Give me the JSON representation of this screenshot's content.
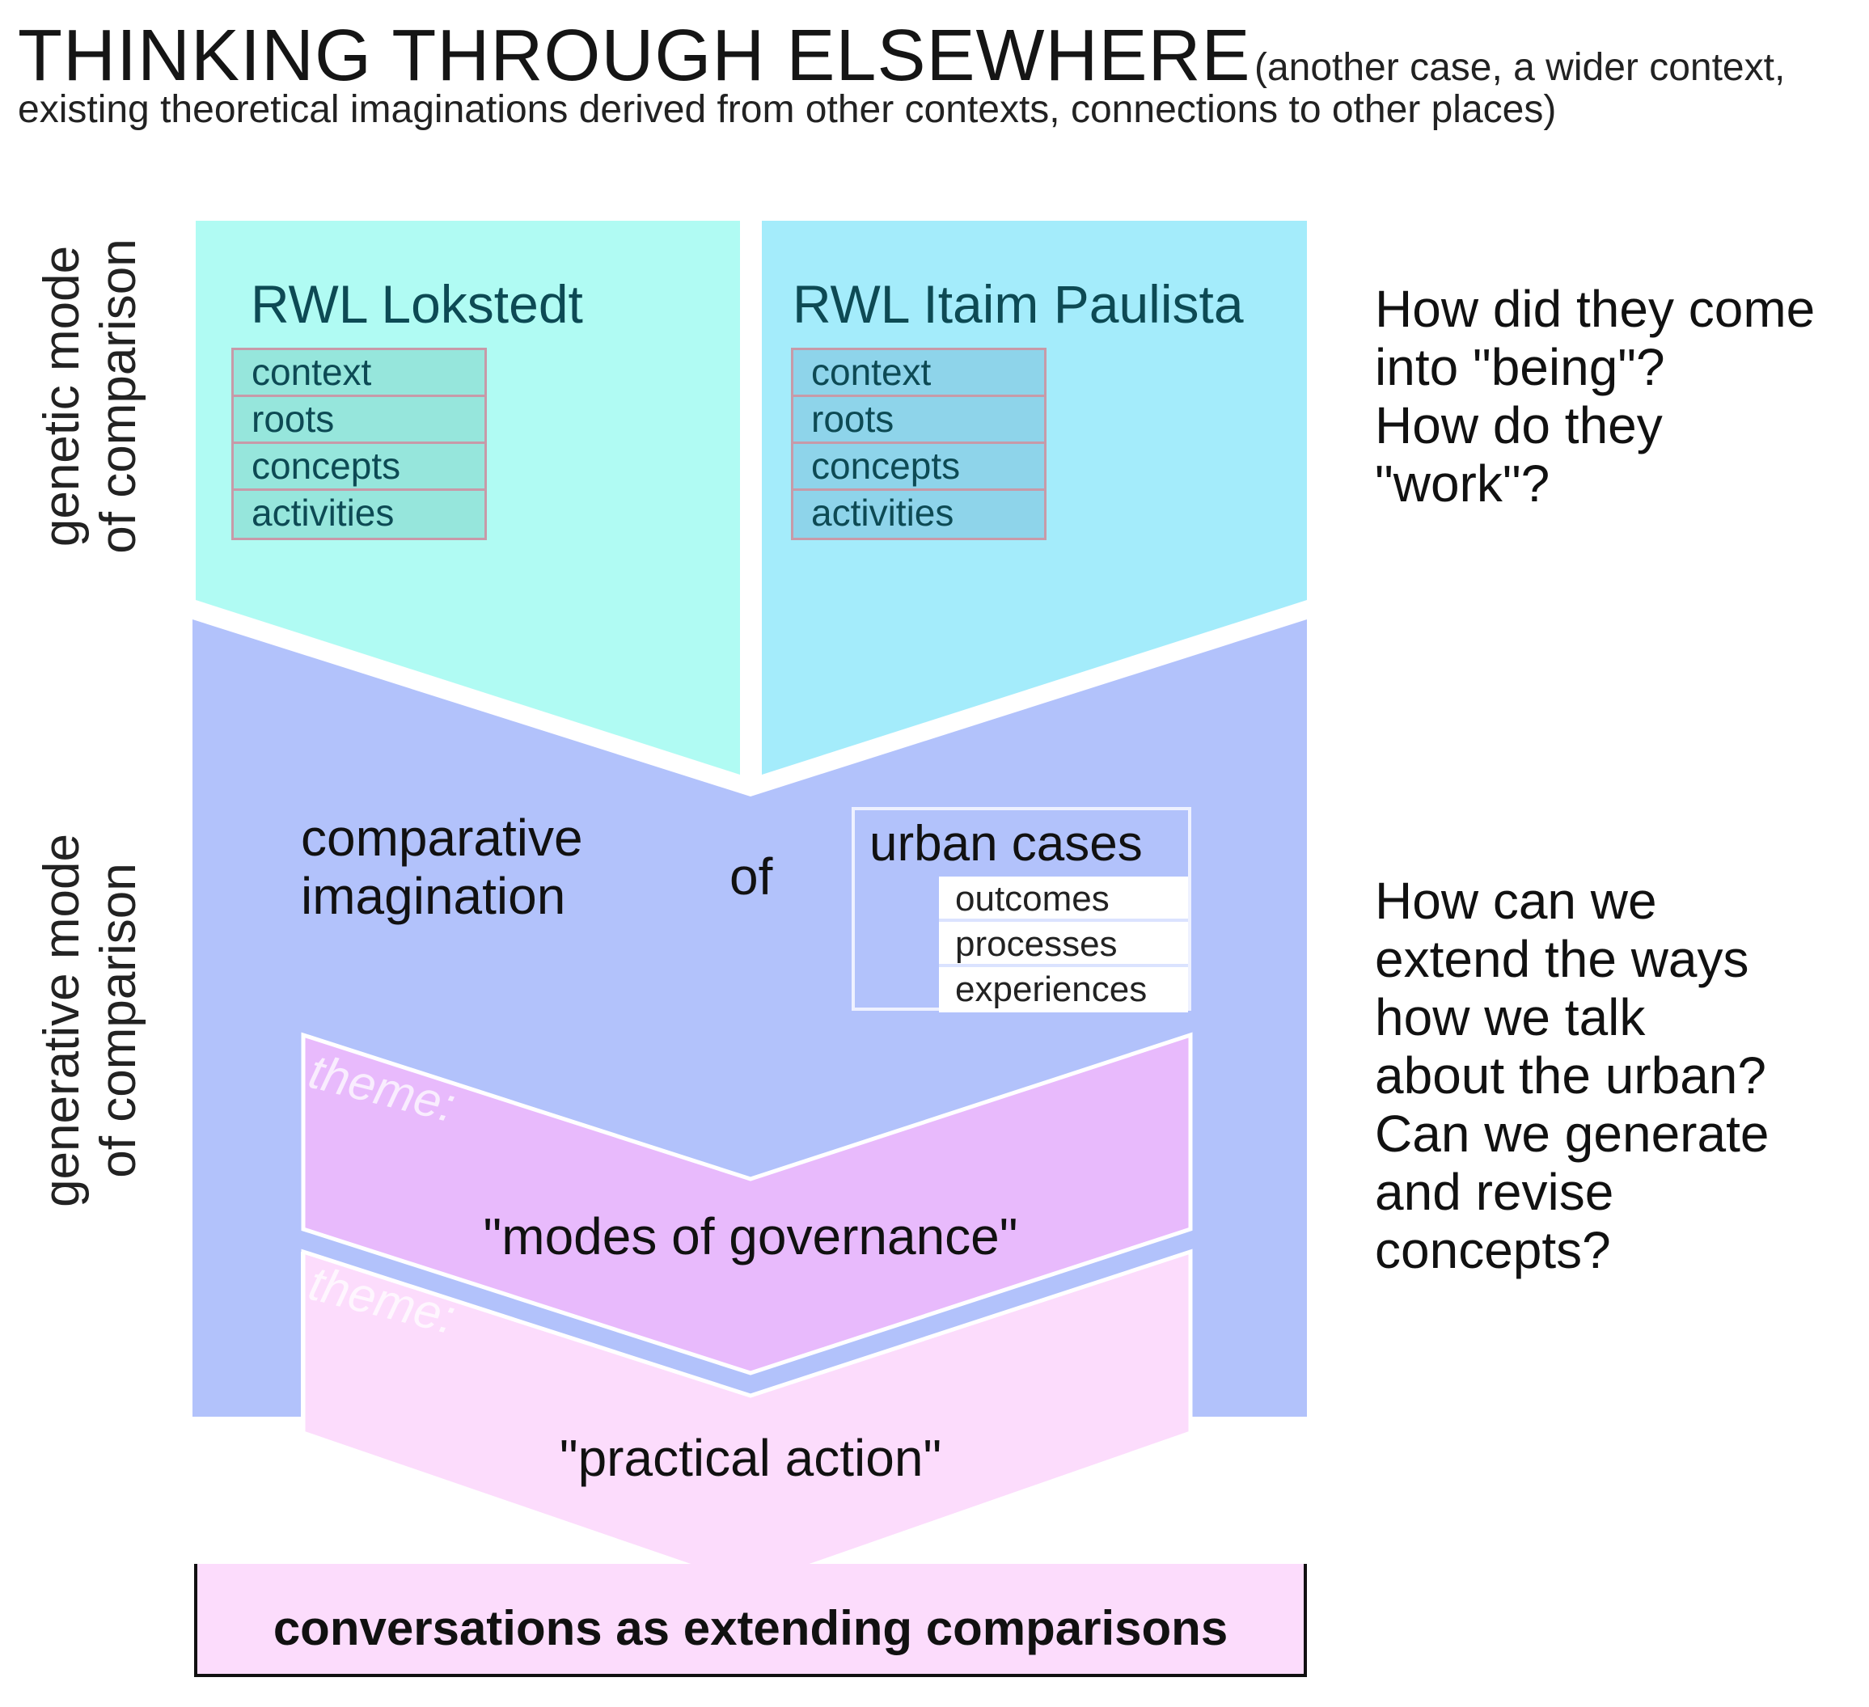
{
  "title": {
    "main": "THINKING THROUGH ELSEWHERE",
    "paren_line1": "(another case, a wider context,",
    "line2": "existing theoretical imaginations derived from other contexts, connections to other places)"
  },
  "side_labels": {
    "genetic": [
      "genetic mode",
      "of comparison"
    ],
    "generative": [
      "generative mode",
      "of comparison"
    ]
  },
  "cases": [
    {
      "title": "RWL Lokstedt",
      "tags": [
        "context",
        "roots",
        "concepts",
        "activities"
      ]
    },
    {
      "title": "RWL Itaim Paulista",
      "tags": [
        "context",
        "roots",
        "concepts",
        "activities"
      ]
    }
  ],
  "questions": {
    "genetic": [
      "How did they come",
      "into \"being\"?",
      "How do they",
      "\"work\"?"
    ],
    "generative": [
      "How can we",
      "extend the ways",
      "how we talk",
      "about the urban?",
      "Can we generate",
      "and revise",
      "concepts?"
    ]
  },
  "middle": {
    "comparative": [
      "comparative",
      "imagination"
    ],
    "of": "of",
    "urban_title": "urban cases",
    "urban_items": [
      "outcomes",
      "processes",
      "experiences"
    ]
  },
  "themes": [
    {
      "word": "theme:",
      "label": "\"modes of governance\""
    },
    {
      "word": "theme:",
      "label": "\"practical action\""
    }
  ],
  "bottom": "conversations as extending comparisons",
  "colors": {
    "case_left": "#b0fbf3",
    "case_right": "#a4ecfb",
    "generative_bg": "#b2c2fb",
    "theme1": "#e8bafc",
    "theme2": "#fcdcfc",
    "bottom_bar": "#fcdcfc"
  }
}
